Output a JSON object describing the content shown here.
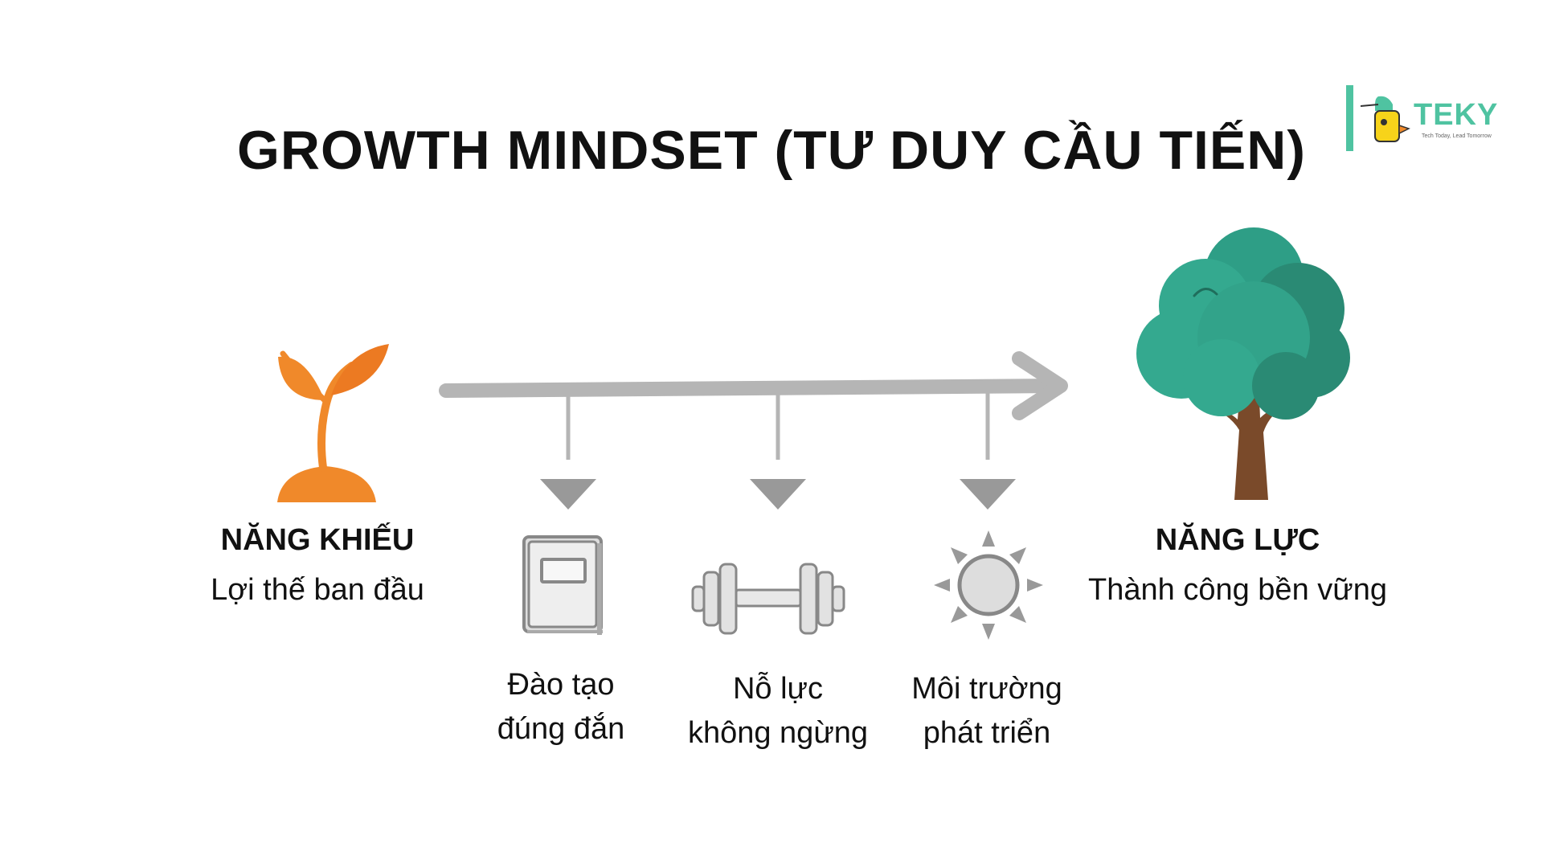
{
  "title": "GROWTH MINDSET (TƯ DUY CẦU TIẾN)",
  "logo": {
    "word": "TEKY",
    "tagline": "Tech Today, Lead Tomorrow",
    "accent_color": "#4fc3a1"
  },
  "start": {
    "icon": "sprout-icon",
    "heading": "NĂNG KHIẾU",
    "subtitle": "Lợi thế ban đầu",
    "color": "#f0892a"
  },
  "end": {
    "icon": "tree-icon",
    "heading": "NĂNG LỰC",
    "subtitle": "Thành công bền vững",
    "color": "#2e9e86"
  },
  "arrow_color": "#b5b5b5",
  "factors": [
    {
      "icon": "book-icon",
      "line1": "Đào tạo",
      "line2": "đúng đắn"
    },
    {
      "icon": "dumbbell-icon",
      "line1": "Nỗ lực",
      "line2": "không ngừng"
    },
    {
      "icon": "sun-icon",
      "line1": "Môi trường",
      "line2": "phát triển"
    }
  ]
}
